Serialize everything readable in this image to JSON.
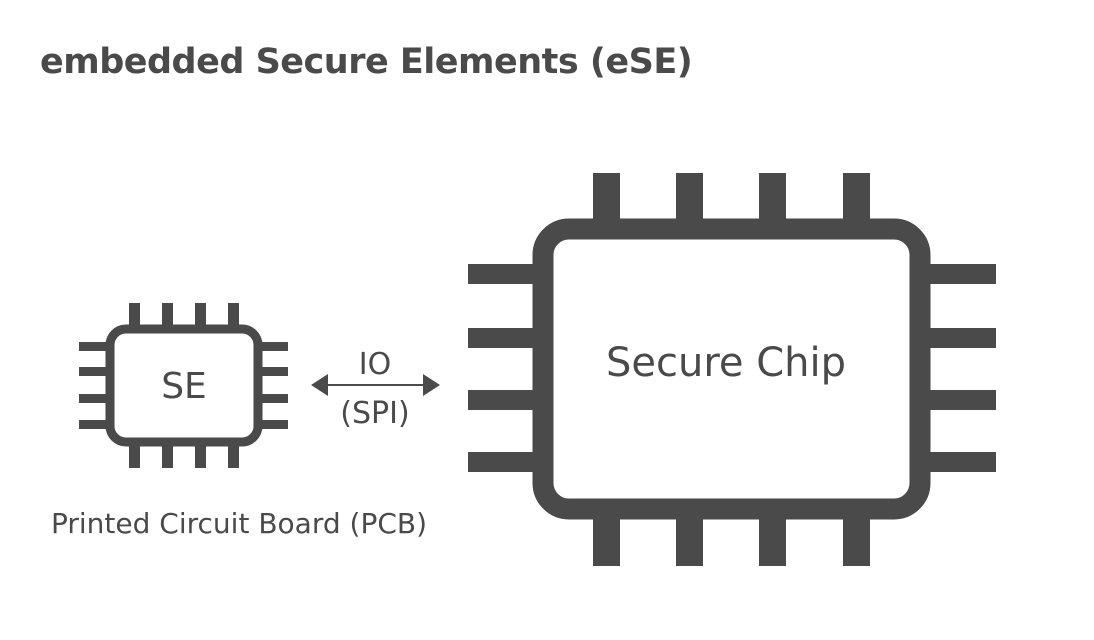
{
  "title": "embedded Secure Elements (eSE)",
  "small_chip": {
    "label": "SE",
    "caption": "Printed Circuit Board (PCB)"
  },
  "connection": {
    "line1": "IO",
    "line2": "(SPI)"
  },
  "large_chip": {
    "label": "Secure Chip"
  },
  "colors": {
    "ink": "#4a4a4a",
    "background": "#ffffff"
  }
}
